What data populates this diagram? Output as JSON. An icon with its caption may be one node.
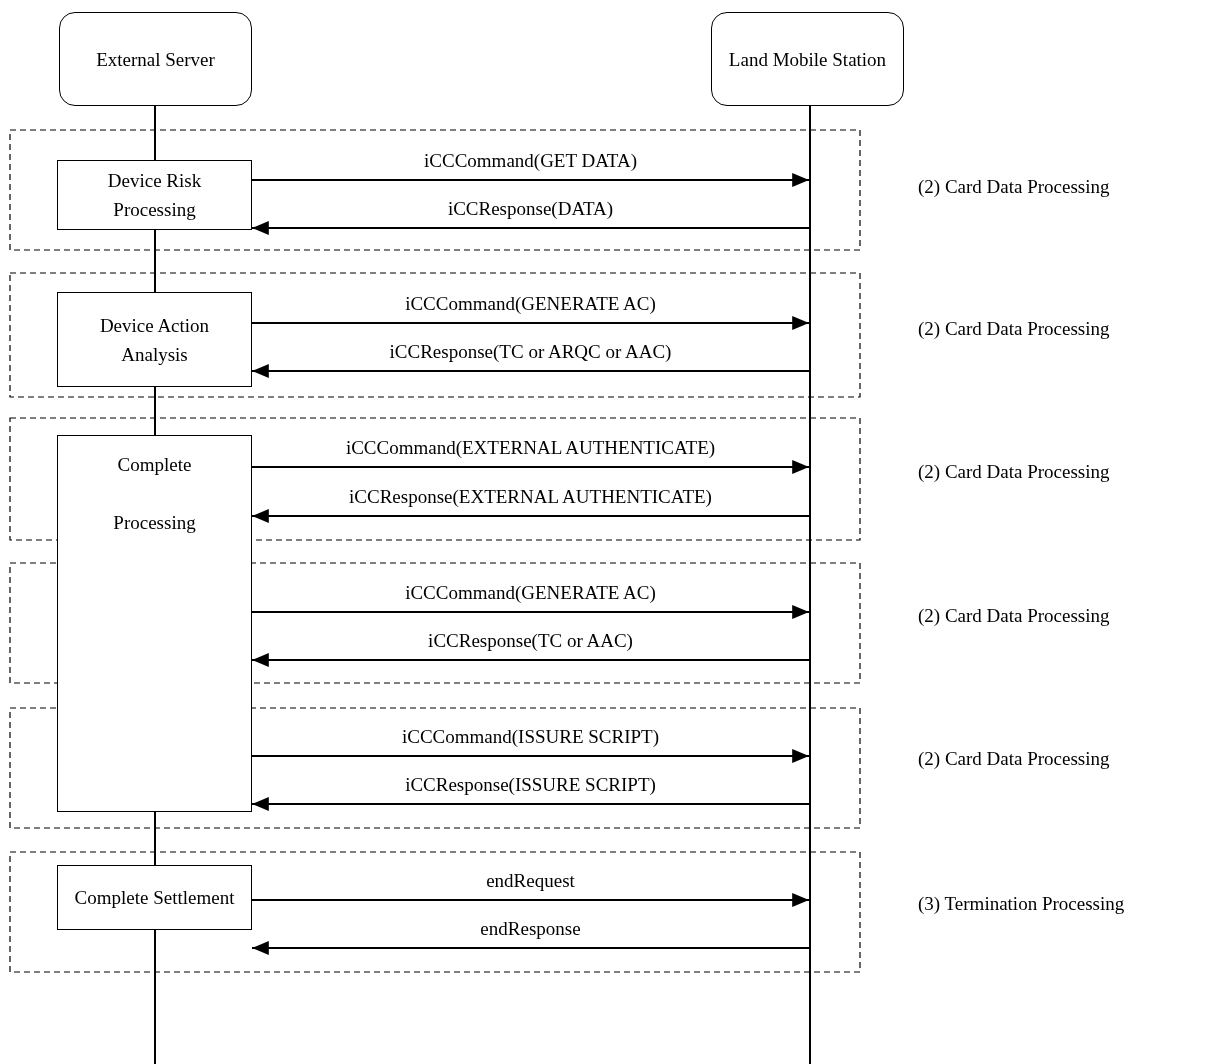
{
  "diagram": {
    "nodes": [
      {
        "text": [
          "External Server"
        ]
      },
      {
        "text": [
          "Land Mobile Station"
        ]
      },
      {
        "text": [
          "Device Risk Processing"
        ]
      },
      {
        "text": [
          "Device Action Analysis"
        ]
      },
      {
        "text": [
          "Complete Processing"
        ]
      },
      {
        "text": [
          "Complete Settlement"
        ]
      },
      {
        "text": [],
        "shape": "bar"
      }
    ],
    "edges": [
      {
        "from": 2,
        "to": 6,
        "arrow": "to",
        "label": "iCCCommand(GET DATA)"
      },
      {
        "from": 6,
        "to": 2,
        "arrow": "to",
        "label": "iCCResponse(DATA)"
      },
      {
        "from": 3,
        "to": 6,
        "arrow": "to",
        "label": "iCCCommand(GENERATE AC)"
      },
      {
        "from": 6,
        "to": 3,
        "arrow": "to",
        "label": "iCCResponse(TC or ARQC or AAC)"
      },
      {
        "from": 4,
        "to": 6,
        "arrow": "to",
        "label": "iCCCommand(EXTERNAL AUTHENTICATE)"
      },
      {
        "from": 6,
        "to": 4,
        "arrow": "to",
        "label": "iCCResponse(EXTERNAL AUTHENTICATE)"
      },
      {
        "from": 4,
        "to": 6,
        "arrow": "to",
        "label": "iCCCommand(GENERATE AC)"
      },
      {
        "from": 6,
        "to": 4,
        "arrow": "to",
        "label": "iCCResponse(TC or AAC)"
      },
      {
        "from": 4,
        "to": 6,
        "arrow": "to",
        "label": "iCCCommand(ISSURE SCRIPT)"
      },
      {
        "from": 6,
        "to": 4,
        "arrow": "to",
        "label": "iCCResponse(ISSURE SCRIPT)"
      },
      {
        "from": 5,
        "to": 6,
        "arrow": "to",
        "label": "endRequest"
      },
      {
        "from": 6,
        "to": 5,
        "arrow": "to",
        "label": "endResponse"
      },
      {
        "from": 0,
        "to": 2,
        "arrow": "none"
      },
      {
        "from": 2,
        "to": 3,
        "arrow": "none"
      },
      {
        "from": 3,
        "to": 4,
        "arrow": "none"
      },
      {
        "from": 4,
        "to": 5,
        "arrow": "none"
      },
      {
        "from": 5,
        "to": null,
        "arrow": "none"
      }
    ],
    "labels": [
      "(2) Card Data Processing",
      "(2) Card Data Processing",
      "(2) Card Data Processing",
      "(2) Card Data Processing",
      "(2) Card Data Processing",
      "(3) Termination Processing"
    ]
  }
}
